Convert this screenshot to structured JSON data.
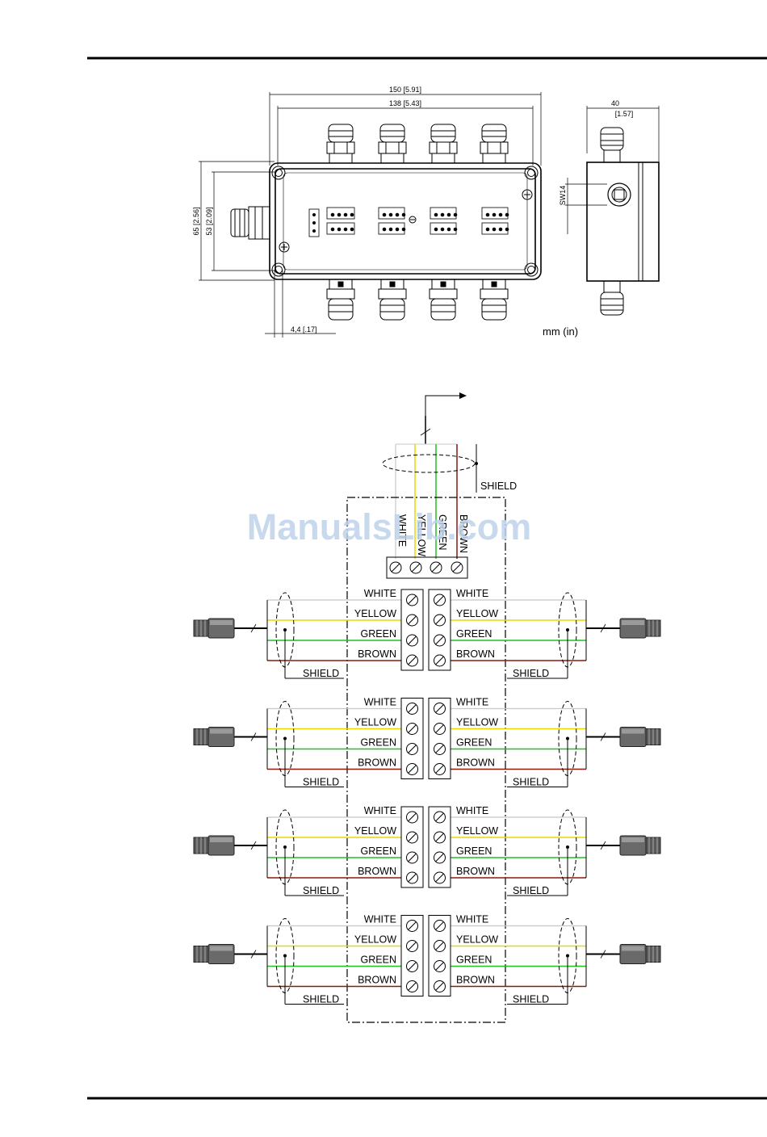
{
  "drawing": {
    "overall_width": "150  [5.91]",
    "inner_width": "138  [5.43]",
    "depth": "40",
    "depth_in": "[1.57]",
    "overall_height": "65  [2.56]",
    "inner_height": "53  [2.09]",
    "hole_offset": "4,4  [.17]",
    "wrench": "SW14",
    "units": "mm (in)"
  },
  "wiring": {
    "top_wires": [
      "WHITE",
      "YELLOW",
      "GREEN",
      "BROWN"
    ],
    "shield_top": "SHIELD",
    "wire_names": [
      "WHITE",
      "YELLOW",
      "GREEN",
      "BROWN"
    ],
    "shield": "SHIELD",
    "channels": 4,
    "wire_colors": {
      "white": "#c8c8c8",
      "yellow": "#e8d800",
      "green": "#1fc21f",
      "brown": "#8b1a0e"
    }
  },
  "watermark": "ManualsLib.com"
}
